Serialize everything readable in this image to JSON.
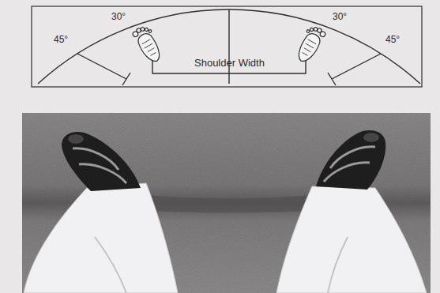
{
  "diagram": {
    "labels": [
      "45°",
      "30°",
      "Shoulder Width",
      "30°",
      "45°"
    ]
  }
}
